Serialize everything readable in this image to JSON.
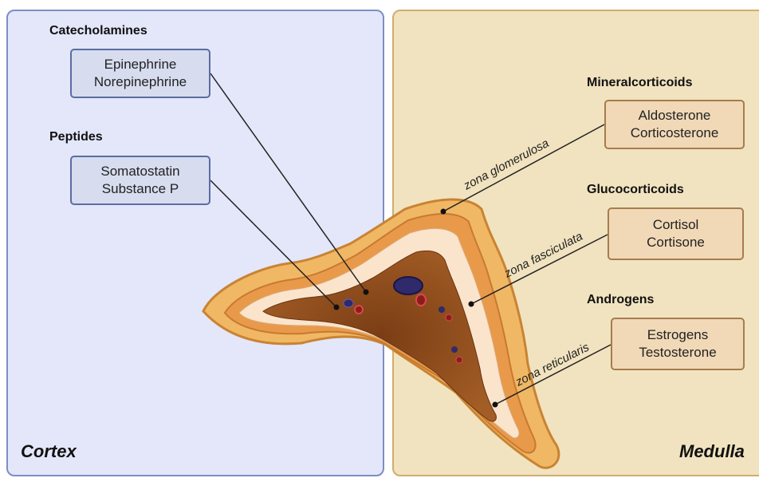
{
  "cortex": {
    "region_label": "Cortex",
    "groups": [
      {
        "heading": "Catecholamines",
        "items": [
          "Epinephrine",
          "Norepinephrine"
        ]
      },
      {
        "heading": "Peptides",
        "items": [
          "Somatostatin",
          "Substance P"
        ]
      }
    ]
  },
  "medulla": {
    "region_label": "Medulla",
    "groups": [
      {
        "heading": "Mineralcorticoids",
        "items": [
          "Aldosterone",
          "Corticosterone"
        ],
        "zone": "zona glomerulosa"
      },
      {
        "heading": "Glucocorticoids",
        "items": [
          "Cortisol",
          "Cortisone"
        ],
        "zone": "zona fasciculata"
      },
      {
        "heading": "Androgens",
        "items": [
          "Estrogens",
          "Testosterone"
        ],
        "zone": "zona reticularis"
      }
    ]
  },
  "colors": {
    "cortex_panel": "#e3e7f9",
    "medulla_panel": "#f1e3bf",
    "gland_outer": "#f0b865",
    "gland_inner": "#b86e30",
    "gland_core": "#8a4a1a"
  }
}
